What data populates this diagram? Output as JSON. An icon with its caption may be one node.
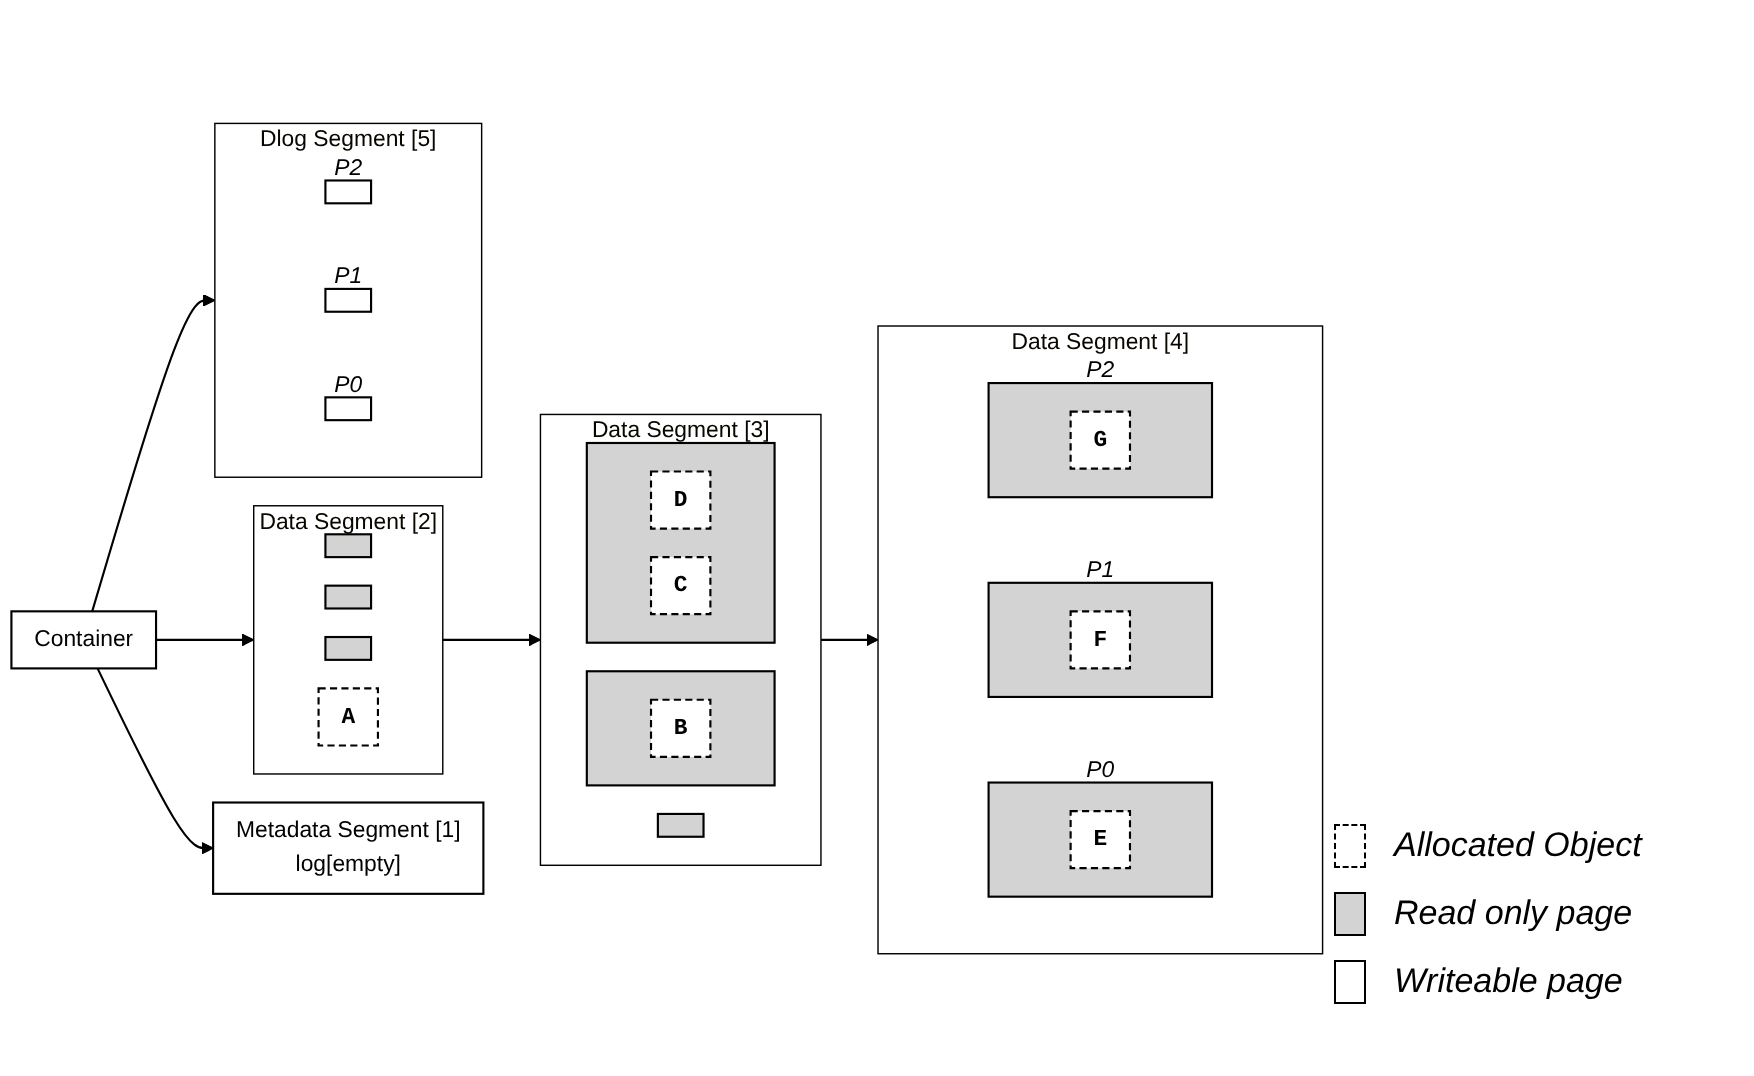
{
  "diagram": {
    "nodes": [
      {
        "text": [
          "Container"
        ]
      },
      {
        "text": [
          "Metadata Segment [1]",
          "log[empty]"
        ]
      },
      {
        "text": [
          "Data Segment [2]"
        ]
      },
      {
        "text": [],
        "shape": "box",
        "in": 2
      },
      {
        "text": [],
        "shape": "box",
        "in": 2
      },
      {
        "text": [],
        "shape": "box",
        "in": 2
      },
      {
        "text": [
          "A"
        ],
        "in": 2
      },
      {
        "text": [
          "Data Segment [3]"
        ]
      },
      {
        "text": [],
        "shape": "box",
        "in": 7
      },
      {
        "text": [
          "B"
        ],
        "in": 8
      },
      {
        "text": [],
        "shape": "box",
        "in": 7
      },
      {
        "text": [
          "D"
        ],
        "in": 10
      },
      {
        "text": [
          "C"
        ],
        "in": 10
      },
      {
        "text": [],
        "shape": "box",
        "in": 7
      },
      {
        "text": [
          "Data Segment [4]"
        ]
      },
      {
        "text": [],
        "shape": "box",
        "in": 14,
        "beside": [
          "P0"
        ]
      },
      {
        "text": [
          "E"
        ],
        "in": 15
      },
      {
        "text": [],
        "shape": "box",
        "in": 14,
        "beside": [
          "P1"
        ]
      },
      {
        "text": [
          "F"
        ],
        "in": 17
      },
      {
        "text": [],
        "shape": "box",
        "in": 14,
        "beside": [
          "P2"
        ]
      },
      {
        "text": [
          "G"
        ],
        "in": 19
      },
      {
        "text": [
          "Dlog Segment [5]"
        ]
      },
      {
        "text": [],
        "shape": "box",
        "in": 21,
        "beside": [
          "P0"
        ]
      },
      {
        "text": [],
        "shape": "box",
        "in": 21,
        "beside": [
          "P1"
        ]
      },
      {
        "text": [],
        "shape": "box",
        "in": 21,
        "beside": [
          "P2"
        ]
      }
    ],
    "edges": [
      {
        "from": 0,
        "to": 1,
        "arrow": "to"
      },
      {
        "from": 0,
        "to": 2,
        "arrow": "to"
      },
      {
        "from": 0,
        "to": 21,
        "arrow": "to"
      },
      {
        "from": 2,
        "to": 7,
        "arrow": "to"
      },
      {
        "from": 7,
        "to": 14,
        "arrow": "to"
      }
    ],
    "legend": [
      {
        "text": "Allocated Object"
      },
      {
        "text": "Read only page",
        "color": "#d3d3d3"
      },
      {
        "text": "Writeable page",
        "color": "#ffffff"
      }
    ]
  }
}
